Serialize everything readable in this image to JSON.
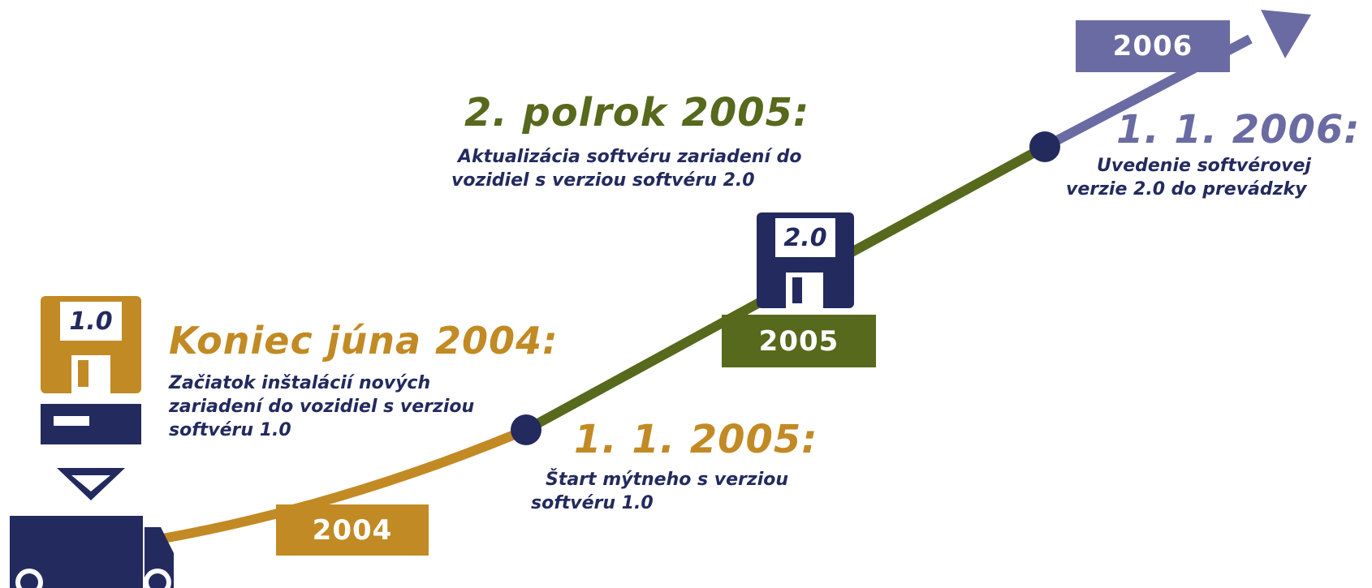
{
  "colors": {
    "gold": "#c28a24",
    "olive": "#56691c",
    "slate": "#6b6ba3",
    "navy": "#232a5e"
  },
  "milestones": {
    "june2004": {
      "heading": "Koniec júna 2004:",
      "lines": [
        "Začiatok inštalácií nových",
        "zariadení do vozidiel s verziou",
        "softvéru 1.0"
      ]
    },
    "jan2005": {
      "heading": "1. 1. 2005:",
      "lines": [
        "Štart mýtneho s verziou",
        "softvéru 1.0"
      ]
    },
    "h2_2005": {
      "heading": "2. polrok 2005:",
      "lines": [
        "Aktualizácia softvéru zariadení do",
        "vozidiel s verziou softvéru 2.0"
      ]
    },
    "jan2006": {
      "heading": "1. 1. 2006:",
      "lines": [
        "Uvedenie softvérovej",
        "verzie 2.0 do prevádzky"
      ]
    }
  },
  "years": {
    "y2004": "2004",
    "y2005": "2005",
    "y2006": "2006"
  },
  "disks": {
    "v1": "1.0",
    "v2": "2.0"
  },
  "icons": [
    "floppy-disk-icon",
    "device-unit-icon",
    "down-arrow-icon",
    "truck-icon",
    "arrow-head-icon"
  ]
}
